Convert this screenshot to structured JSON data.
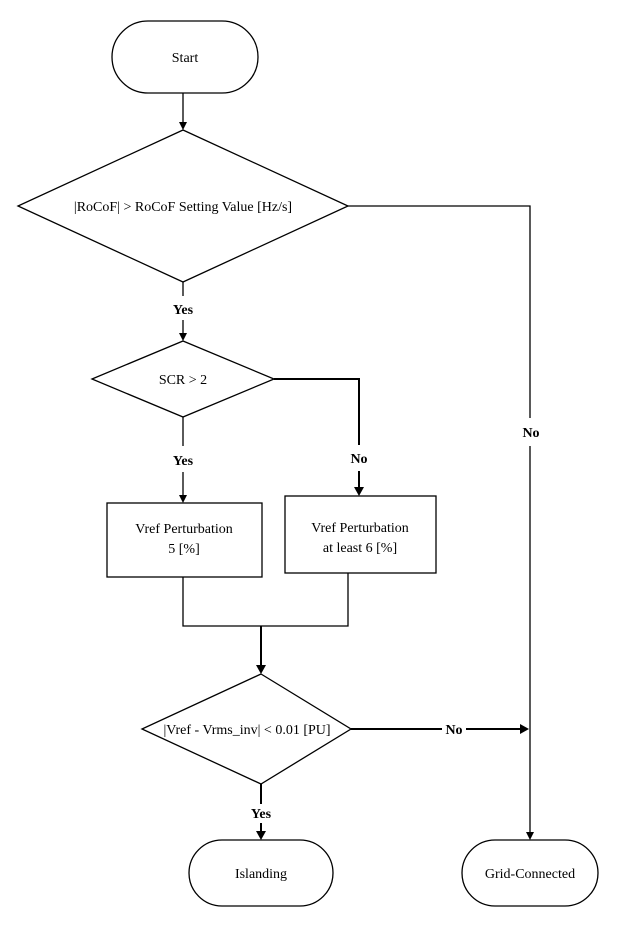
{
  "nodes": {
    "start": "Start",
    "rocof_check": "|RoCoF| > RoCoF Setting Value [Hz/s]",
    "scr_check": "SCR > 2",
    "vref_5_line1": "Vref Perturbation",
    "vref_5_line2": "5 [%]",
    "vref_6_line1": "Vref Perturbation",
    "vref_6_line2": "at least 6 [%]",
    "vref_check": "|Vref - Vrms_inv| < 0.01 [PU]",
    "islanding": "Islanding",
    "grid_connected": "Grid-Connected"
  },
  "edges": {
    "rocof_yes": "Yes",
    "rocof_no": "No",
    "scr_yes": "Yes",
    "scr_no": "No",
    "vref_yes": "Yes",
    "vref_no": "No"
  }
}
